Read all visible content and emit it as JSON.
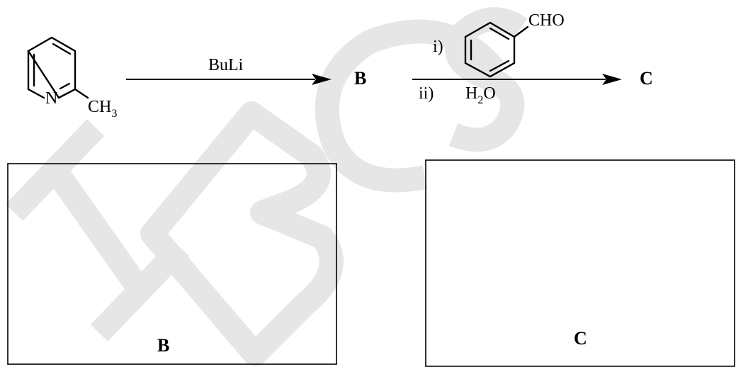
{
  "watermark": {
    "text": "HBCSE",
    "color": "#e6e6e6"
  },
  "reactant": {
    "ring_atom": "N",
    "substituent": {
      "main": "CH",
      "subscript": "3"
    }
  },
  "step1": {
    "reagent": "BuLi"
  },
  "product_b": {
    "label": "B"
  },
  "step2": {
    "i_label": "i)",
    "i_substituent": "CHO",
    "ii_label": "ii)",
    "ii_reagent": {
      "h": "H",
      "subscript": "2",
      "o": "O"
    }
  },
  "product_c": {
    "label": "C"
  },
  "answer_boxes": [
    {
      "label": "B"
    },
    {
      "label": "C"
    }
  ]
}
